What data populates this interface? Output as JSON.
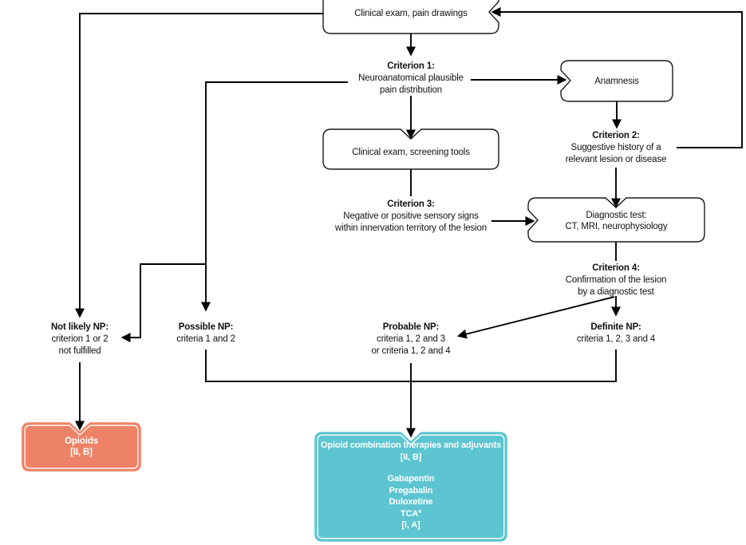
{
  "figure": {
    "background": "#ffffff",
    "line_color": "#000000",
    "box_border_color": "#1a1a1a"
  },
  "boxes": {
    "clinical_exam_top": {
      "label": "Clinical exam, pain drawings"
    },
    "anamnesis": {
      "label": "Anamnesis"
    },
    "screening": {
      "label": "Clinical exam, screening tools"
    },
    "diagnostic": {
      "title": "Diagnostic test:",
      "subtitle": "CT, MRI, neurophysiology"
    },
    "opioids": {
      "line1": "Opioids",
      "line2": "[II, B]",
      "color": "#ED8266"
    },
    "combo": {
      "line1": "Opioid combination therapies and adjuvants",
      "line2": "[II, B]",
      "drugs": [
        "Gabapentin",
        "Pregabalin",
        "Duloxetine"
      ],
      "drug_tca": "TCA",
      "drug_tca_sup": "a",
      "grade": "[I, A]",
      "color": "#5CC5D1"
    }
  },
  "criteria": {
    "c1": {
      "title": "Criterion 1:",
      "line1": "Neuroanatomical plausible",
      "line2": "pain distribution"
    },
    "c2": {
      "title": "Criterion 2:",
      "line1": "Suggestive history of a",
      "line2": "relevant lesion or disease"
    },
    "c3": {
      "title": "Criterion 3:",
      "line1": "Negative or positive sensory signs",
      "line2": "within innervation territory of the lesion"
    },
    "c4": {
      "title": "Criterion 4:",
      "line1": "Confirmation of the lesion",
      "line2": "by a diagnostic test"
    }
  },
  "outcomes": {
    "not_likely": {
      "title": "Not likely NP:",
      "line1": "criterion 1 or 2",
      "line2": "not fulfilled"
    },
    "possible": {
      "title": "Possible NP:",
      "line1": "criteria 1 and 2"
    },
    "probable": {
      "title": "Probable NP:",
      "line1": "criteria 1, 2 and 3",
      "line2": "or criteria 1, 2 and 4"
    },
    "definite": {
      "title": "Definite NP:",
      "line1": "criteria 1, 2, 3 and 4"
    }
  }
}
